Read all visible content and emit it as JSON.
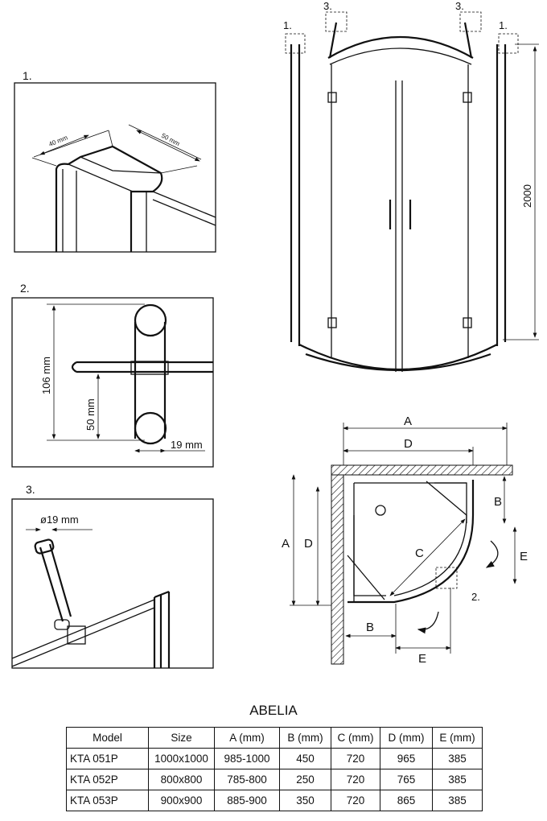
{
  "details": [
    {
      "label": "1.",
      "dim_depth": "40 mm",
      "dim_width": "50 mm"
    },
    {
      "label": "2.",
      "dim_total": "106 mm",
      "dim_height": "50 mm",
      "dim_width": "19 mm"
    },
    {
      "label": "3.",
      "dim_diameter": "ø19 mm"
    }
  ],
  "front_view": {
    "callout_1": "1.",
    "callout_3": "3.",
    "height": "2000"
  },
  "plan_view": {
    "A": "A",
    "D": "D",
    "B": "B",
    "C": "C",
    "E": "E",
    "callout_2": "2."
  },
  "table": {
    "title": "ABELIA",
    "headers": [
      "Model",
      "Size",
      "A (mm)",
      "B (mm)",
      "C (mm)",
      "D (mm)",
      "E (mm)"
    ],
    "rows": [
      [
        "KTA 051P",
        "1000x1000",
        "985-1000",
        "450",
        "720",
        "965",
        "385"
      ],
      [
        "KTA 052P",
        "800x800",
        "785-800",
        "250",
        "720",
        "765",
        "385"
      ],
      [
        "KTA 053P",
        "900x900",
        "885-900",
        "350",
        "720",
        "865",
        "385"
      ]
    ]
  }
}
